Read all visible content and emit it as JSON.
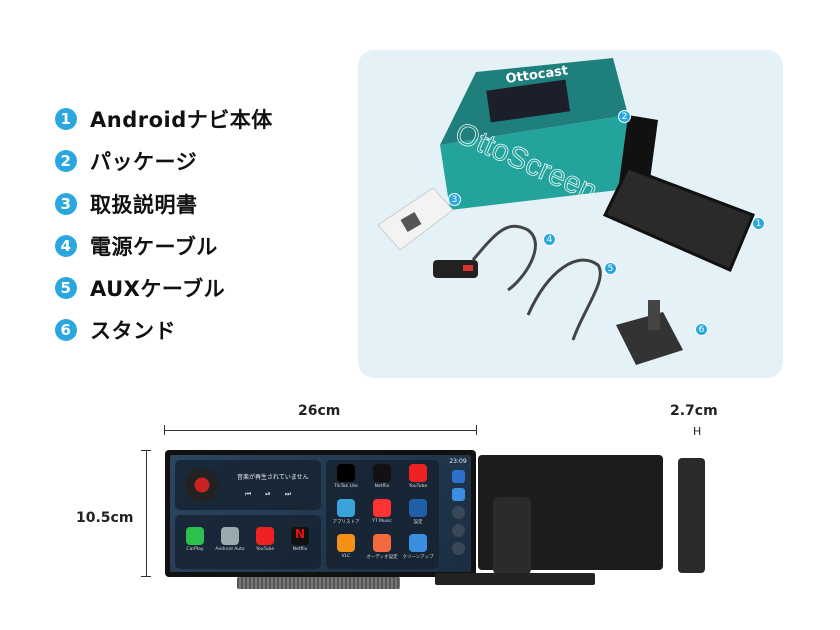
{
  "contents_list": [
    {
      "num": "1",
      "label": "Androidナビ本体"
    },
    {
      "num": "2",
      "label": "パッケージ"
    },
    {
      "num": "3",
      "label": "取扱説明書"
    },
    {
      "num": "4",
      "label": "電源ケーブル"
    },
    {
      "num": "5",
      "label": "AUXケーブル"
    },
    {
      "num": "6",
      "label": "スタンド"
    }
  ],
  "package_photo": {
    "brand": "Ottocast",
    "box_text": "OttoScreen",
    "accent": "#2aa7df",
    "badges": [
      "1",
      "2",
      "3",
      "4",
      "5",
      "6"
    ]
  },
  "dimensions": {
    "width": "26cm",
    "height": "10.5cm",
    "depth": "2.7cm",
    "depth_mark": "H"
  },
  "device_screen": {
    "time": "23:09",
    "now_playing": "音楽が再生されていません",
    "dock_apps": [
      "CarPlay",
      "Android Auto",
      "YouTube",
      "Netflix"
    ],
    "grid_apps": [
      "TikTok Lite",
      "Netflix",
      "YouTube",
      "アプリストア",
      "YT Music",
      "設定",
      "VLC",
      "オーディオ設定",
      "クリーンアップ"
    ]
  }
}
